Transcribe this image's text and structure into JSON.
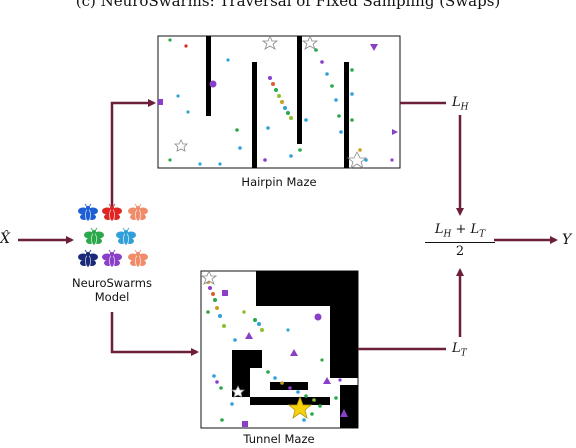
{
  "top_caption": "(c) NeuroSwarms: Traversal of Fixed Sampling (Swaps)",
  "input_label": "X̂",
  "output_label": "Y",
  "model": {
    "line1": "NeuroSwarms",
    "line2": "Model"
  },
  "hairpin": {
    "caption": "Hairpin Maze",
    "loss": "L_H"
  },
  "tunnel": {
    "caption": "Tunnel Maze",
    "loss": "L_T"
  },
  "combiner": {
    "numerator": "L_H + L_T",
    "denominator": "2"
  },
  "colors": {
    "arrow": "#6b1f3a",
    "wall": "#000000",
    "bee_colors": [
      "#1f5fd6",
      "#e02424",
      "#f08c6a",
      "#2aa84a",
      "#2fa0d8",
      "#f08c6a",
      "#1a2a78",
      "#8a3fc9",
      "#f08c6a"
    ]
  }
}
